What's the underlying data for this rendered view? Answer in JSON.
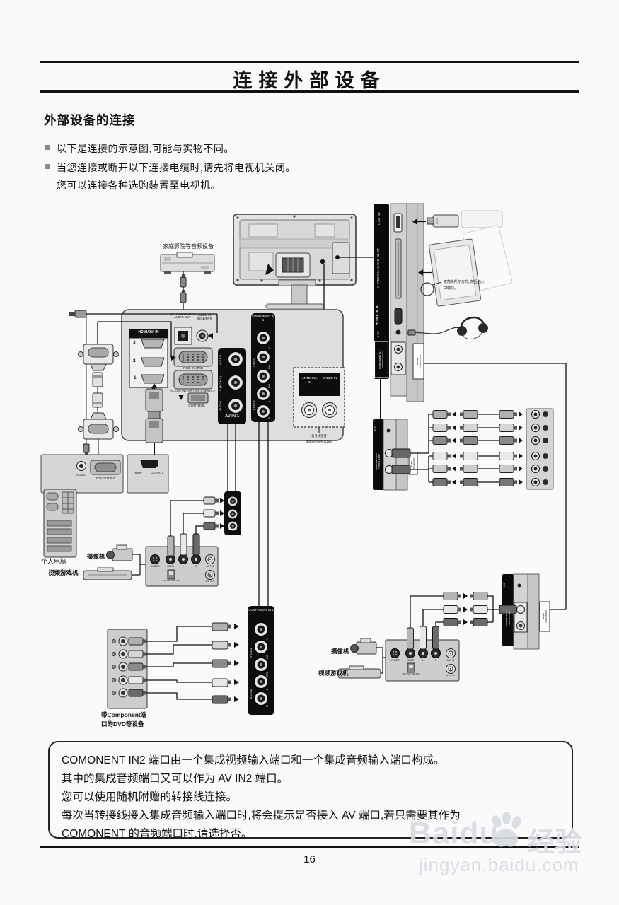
{
  "header": {
    "title": "连接外部设备"
  },
  "intro": {
    "heading": "外部设备的连接",
    "bullet1": "以下是连接的示意图,可能与实物不同。",
    "bullet2": "当您连接或断开以下连接电缆时,请先将电视机关闭。",
    "bullet3": "您可以连接各种选购装置至电视机。"
  },
  "devices": {
    "audio_system": "家庭影院等音频设备",
    "pc": "个人电脑",
    "camcorder": "摄像机",
    "game": "视频游戏机",
    "dvd_line1": "带Component端",
    "dvd_line2": "口的DVD等设备"
  },
  "back_panel": {
    "hdmi_title": "HDMI/DVI IN",
    "port3": "3",
    "port2": "2",
    "port1": "1",
    "optical": "OPTICAL DIGITAL AUDIO OUT",
    "audio_in": "AUDIO IN (RGB/DVI)",
    "rgb_in": "RGB IN (PC)",
    "rs232": "RS-232C IN (CONTROL & SERVICE)",
    "control": "CONTROL"
  },
  "av_in1": {
    "title": "AV IN 1",
    "video": "VIDEO",
    "l_mono": "L (MONO)",
    "audio": "AUDIO"
  },
  "component1": {
    "title": "COMPONENT IN 1",
    "y": "Y",
    "pb": "PB",
    "pr": "PR",
    "l": "L",
    "r": "R",
    "video": "VIDEO",
    "audio": "AUDIO"
  },
  "antenna": {
    "antenna_in": "ANTENNA IN",
    "cable_in": "CABLE IN",
    "note1": "信号线连接",
    "note2": "具体说明参考第15页"
  },
  "side": {
    "usb": "USB IN",
    "pcmcia": "▼ PCMCIA CARD SLOT",
    "hdmi4": "HDMI IN 4",
    "hp": "H/P",
    "comp2_a": "COMPONENT IN 2",
    "comp2_b": "Y/PB/PR  AUDIO",
    "av2_a": "AV IN2",
    "av2_b": "VIDEO/AUDIO",
    "ci1": "按箭头所示方向, 然后插入",
    "ci2": "CI模块。"
  },
  "pc_panel": {
    "audio": "AUDIO",
    "rgb_output": "RGB OUTPUT",
    "hdmi_l": "HDMI-",
    "hdmi_r": "OUTPUT"
  },
  "avs": {
    "svideo": "S-VIDEO",
    "video": "VIDEO",
    "l": "L",
    "r": "R",
    "ant_in": "ANT IN",
    "ant_out": "ANT OUT",
    "switch": "OUTPUT SWITCH"
  },
  "note": {
    "l1": "COMONENT IN2 端口由一个集成视频输入端口和一个集成音频输入端口构成。",
    "l2": "其中的集成音频端口又可以作为 AV IN2 端口。",
    "l3": "您可以使用随机附赠的转接线连接。",
    "l4": "每次当转接线接入集成音频输入端口时,将会提示是否接入 AV 端口,若只需要其作为",
    "l5": "COMONENT 的音频端口时,请选择否。"
  },
  "footer": {
    "page": "16"
  },
  "wm": {
    "en": "Baidu",
    "cn": "经验",
    "url": "jingyan.baidu.com"
  }
}
